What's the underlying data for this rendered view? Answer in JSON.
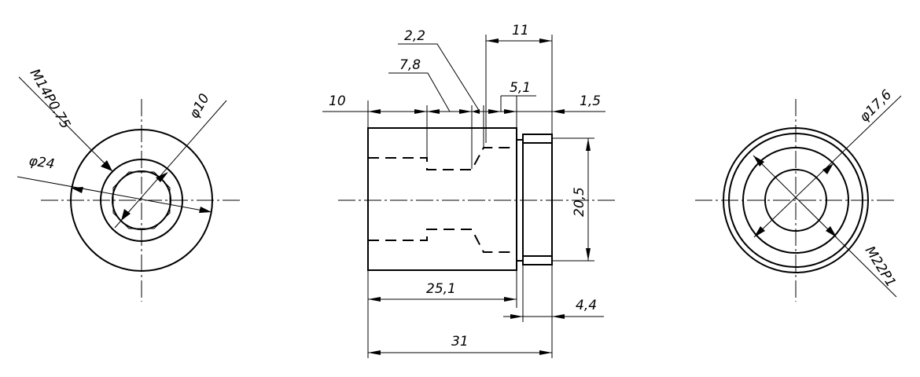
{
  "left_view": {
    "thread_label": "M14P0.75",
    "inner_dia_label": "φ10",
    "outer_dia_label": "φ24"
  },
  "front_view": {
    "dim_10": "10",
    "dim_2_2": "2,2",
    "dim_7_8": "7,8",
    "dim_11": "11",
    "dim_5_1": "5,1",
    "dim_1_5": "1,5",
    "dim_20_5": "20,5",
    "dim_25_1": "25,1",
    "dim_4_4": "4,4",
    "dim_31": "31"
  },
  "right_view": {
    "dia_label": "φ17,6",
    "thread_label": "M22P1"
  }
}
